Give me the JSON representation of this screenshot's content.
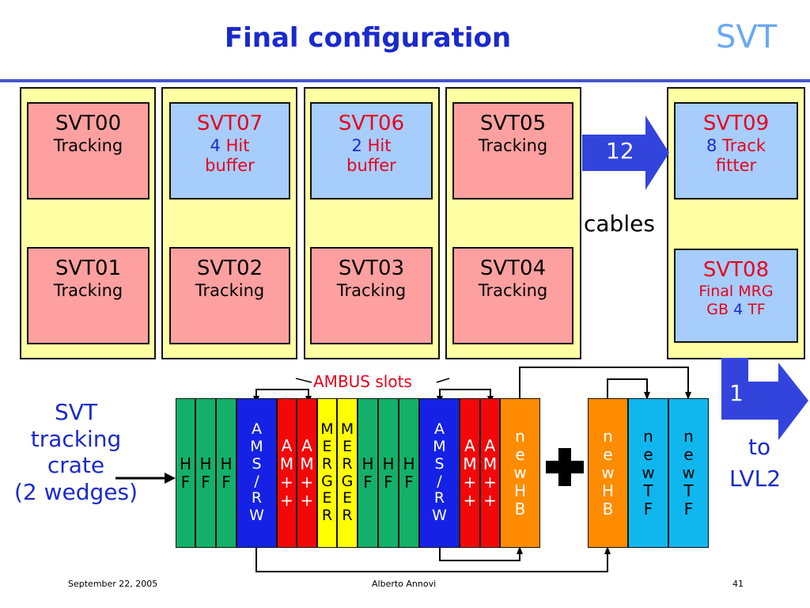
{
  "slide": {
    "title": "Final configuration",
    "logo": "SVT",
    "footer_date": "September 22, 2005",
    "footer_author": "Alberto Annovi",
    "page_number": "41"
  },
  "crates": {
    "c1": {
      "top": {
        "name": "SVT00",
        "line1": "Tracking"
      },
      "bottom": {
        "name": "SVT01",
        "line1": "Tracking"
      }
    },
    "c2": {
      "top": {
        "name": "SVT07",
        "num": "4",
        "line1": "Hit",
        "line2": "buffer"
      },
      "bottom": {
        "name": "SVT02",
        "line1": "Tracking"
      }
    },
    "c3": {
      "top": {
        "name": "SVT06",
        "num": "2",
        "line1": "Hit",
        "line2": "buffer"
      },
      "bottom": {
        "name": "SVT03",
        "line1": "Tracking"
      }
    },
    "c4": {
      "top": {
        "name": "SVT05",
        "line1": "Tracking"
      },
      "bottom": {
        "name": "SVT04",
        "line1": "Tracking"
      }
    },
    "c5": {
      "top": {
        "name": "SVT09",
        "num": "8",
        "line1": "Track",
        "line2": "fitter"
      },
      "bottom": {
        "name": "SVT08",
        "line1": "Final MRG",
        "line2a": "GB",
        "num": "4",
        "line2b": "TF"
      }
    }
  },
  "arrows": {
    "cables_count": "12",
    "cables_label": "cables",
    "lvl2_count": "1",
    "lvl2_label1": "to",
    "lvl2_label2": "LVL2"
  },
  "crate_label": {
    "line1": "SVT",
    "line2": "tracking",
    "line3": "crate",
    "line4": "(2 wedges)"
  },
  "ambus_label": "AMBUS slots",
  "plus_sign": "✚",
  "slots": [
    {
      "text": "H\nF",
      "color": "#13b06a"
    },
    {
      "text": "H\nF",
      "color": "#13b06a"
    },
    {
      "text": "H\nF",
      "color": "#13b06a"
    },
    {
      "text": "A\nM\nS\n/\nR\nW",
      "color": "#1522e6"
    },
    {
      "text": "A\nM\n+\n+",
      "color": "#f20808"
    },
    {
      "text": "A\nM\n+\n+",
      "color": "#f20808"
    },
    {
      "text": "M\nE\nR\nG\nE\nR",
      "color": "#ffff00"
    },
    {
      "text": "M\nE\nR\nG\nE\nR",
      "color": "#ffff00"
    },
    {
      "text": "H\nF",
      "color": "#13b06a"
    },
    {
      "text": "H\nF",
      "color": "#13b06a"
    },
    {
      "text": "H\nF",
      "color": "#13b06a"
    },
    {
      "text": "A\nM\nS\n/\nR\nW",
      "color": "#1522e6"
    },
    {
      "text": "A\nM\n+\n+",
      "color": "#f20808"
    },
    {
      "text": "A\nM\n+\n+",
      "color": "#f20808"
    },
    {
      "text": "n\ne\nw\nH\nB",
      "color": "#ff8c00"
    },
    {
      "text": "n\ne\nw\nH\nB",
      "color": "#ff8c00"
    },
    {
      "text": "n\ne\nw\nT\nF",
      "color": "#10b7ef"
    },
    {
      "text": "n\ne\nw\nT\nF",
      "color": "#10b7ef"
    }
  ]
}
